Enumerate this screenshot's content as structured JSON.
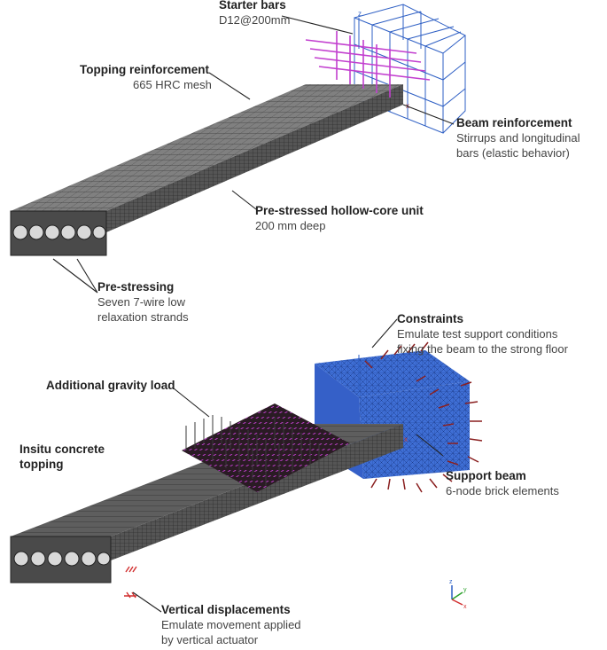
{
  "labels": {
    "starter_bars": {
      "title": "Starter bars",
      "desc": "D12@200mm"
    },
    "topping_reinforcement": {
      "title": "Topping reinforcement",
      "desc": "665 HRC mesh"
    },
    "beam_reinforcement": {
      "title": "Beam reinforcement",
      "desc1": "Stirrups and longitudinal",
      "desc2": "bars (elastic behavior)"
    },
    "hollow_core": {
      "title": "Pre-stressed hollow-core unit",
      "desc": "200 mm deep"
    },
    "pre_stressing": {
      "title": "Pre-stressing",
      "desc1": "Seven 7-wire low",
      "desc2": "relaxation strands"
    },
    "constraints": {
      "title": "Constraints",
      "desc1": "Emulate test support conditions",
      "desc2": "fixing the beam to the strong floor"
    },
    "gravity_load": {
      "title": "Additional gravity load"
    },
    "insitu_topping": {
      "title1": "Insitu concrete",
      "title2": "topping"
    },
    "support_beam": {
      "title": "Support beam",
      "desc": "6-node brick elements"
    },
    "vertical_displacements": {
      "title": "Vertical displacements",
      "desc1": "Emulate movement applied",
      "desc2": "by vertical actuator"
    }
  },
  "axis_triad": {
    "z": "z",
    "y": "y",
    "x": "x"
  },
  "colors": {
    "concrete_mesh": "#6b6b6b",
    "concrete_dark": "#2e2e2e",
    "beam_blue": "#2f5fb8",
    "wire_blue": "#2e5fc4",
    "rebar_magenta": "#c23fcf",
    "constraint_red": "#8a1f1f"
  }
}
